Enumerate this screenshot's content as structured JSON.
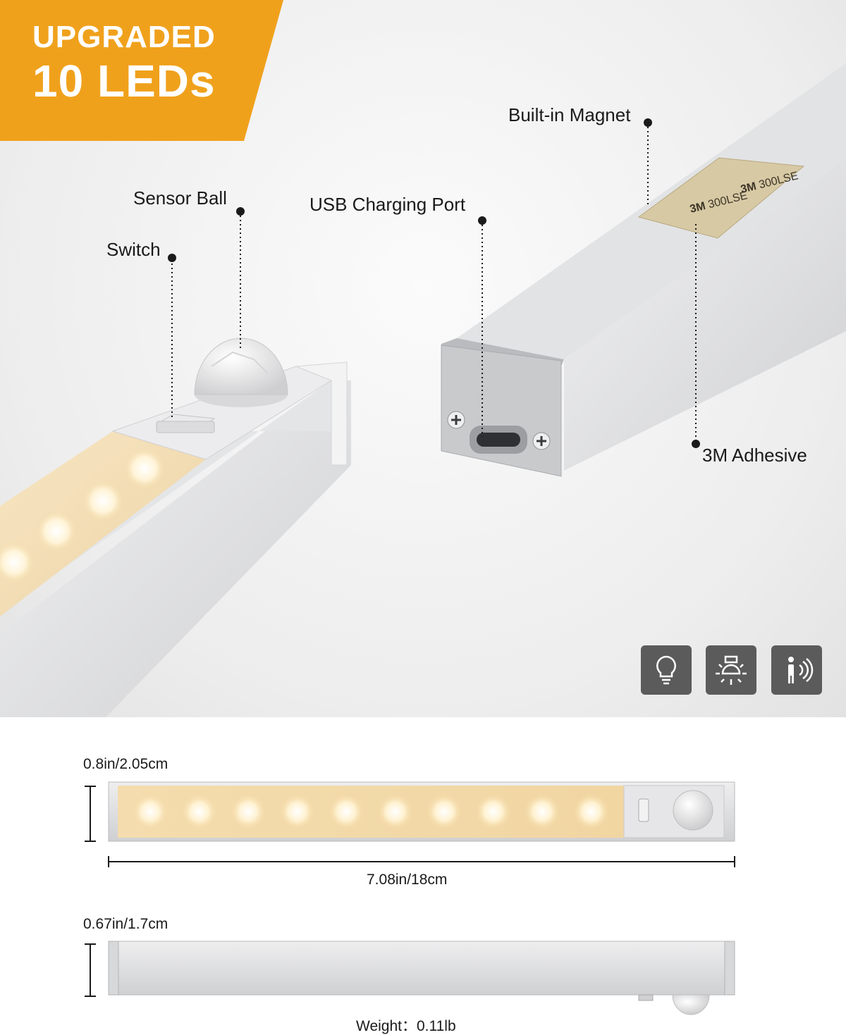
{
  "badge": {
    "line1": "UPGRADED",
    "line2": "10 LEDs",
    "color": "#f0a11c"
  },
  "callouts": {
    "sensor_ball": "Sensor Ball",
    "switch": "Switch",
    "usb_port": "USB Charging Port",
    "magnet": "Built-in Magnet",
    "adhesive": "3M Adhesive"
  },
  "tape_print": [
    "3M",
    "300LSE"
  ],
  "modes": [
    {
      "icon": "bulb-icon"
    },
    {
      "icon": "sun-sensor-icon"
    },
    {
      "icon": "motion-sensor-icon"
    }
  ],
  "dimensions": {
    "front_height": "0.8in/2.05cm",
    "length": "7.08in/18cm",
    "side_height": "0.67in/1.7cm",
    "weight": "Weight：0.11lb"
  },
  "led_count": 10,
  "colors": {
    "led_glow": "#fff3d6",
    "diffuser": "#f3dcb2",
    "aluminum": "#dedfe1",
    "icon_bg": "#5b5b5b"
  }
}
